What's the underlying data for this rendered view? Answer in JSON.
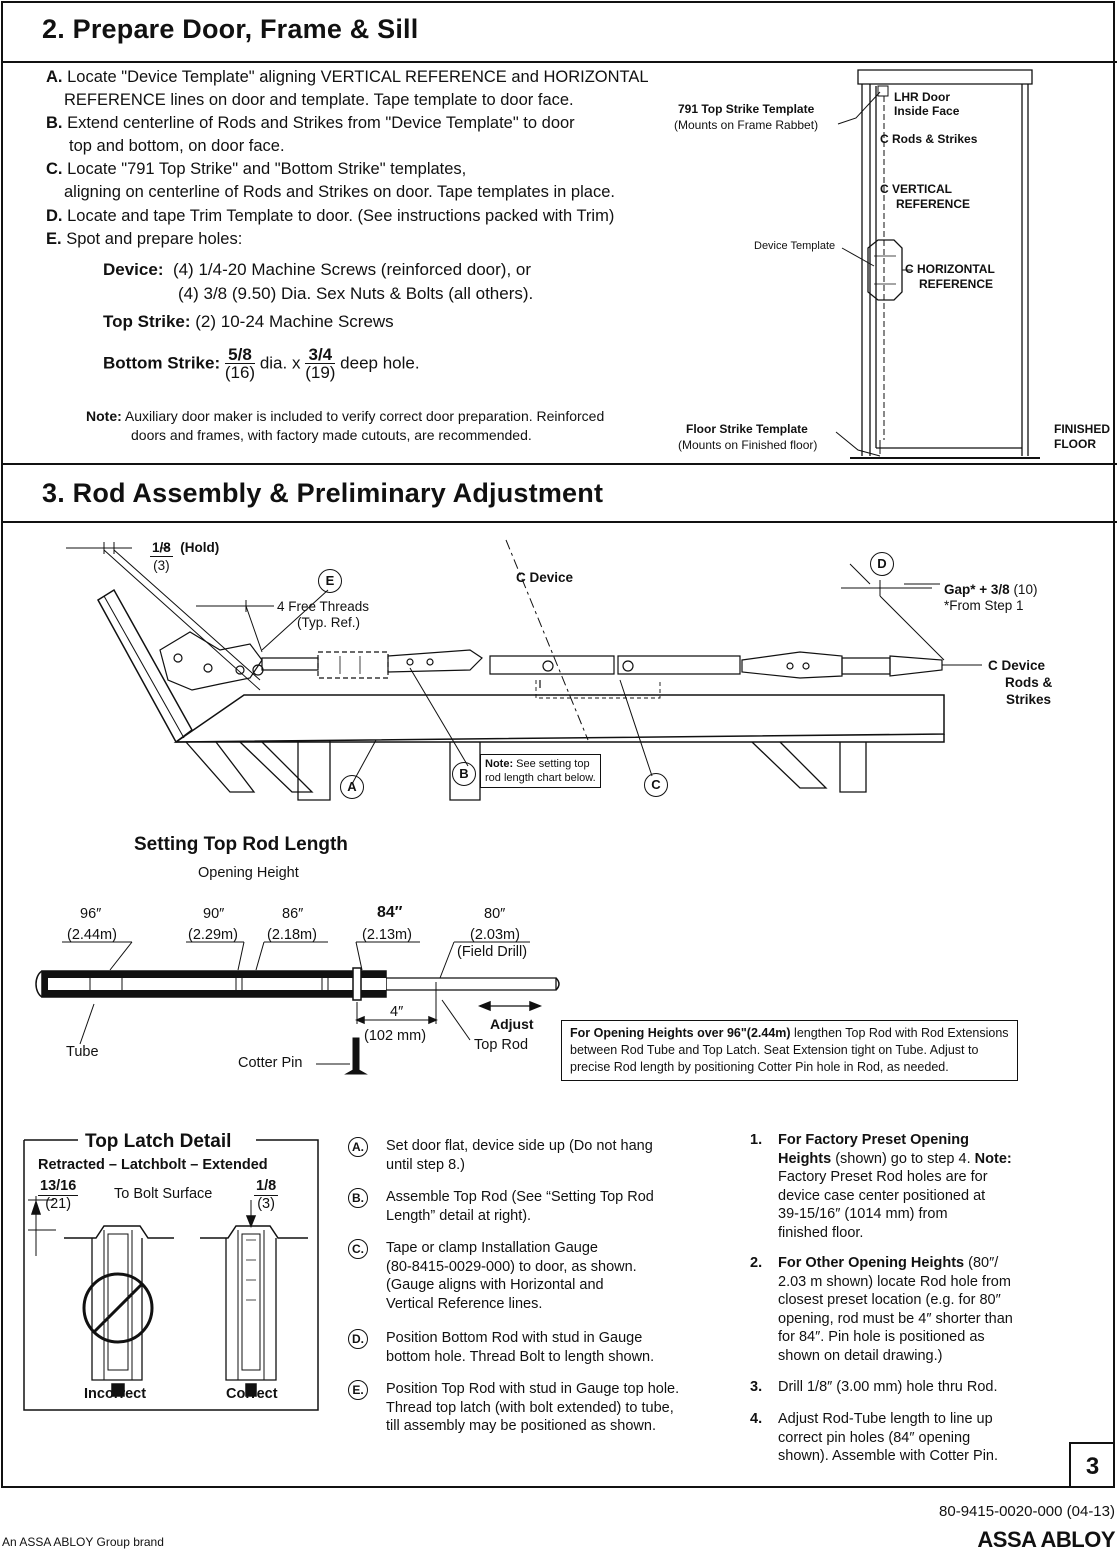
{
  "section2": {
    "title": "2. Prepare Door, Frame & Sill",
    "steps": [
      {
        "key": "A.",
        "line1": "Locate \"Device Template\" aligning VERTICAL REFERENCE and HORIZONTAL",
        "line2": "REFERENCE lines on door and template. Tape template to door face."
      },
      {
        "key": "B.",
        "line1": "Extend centerline of Rods and Strikes from \"Device Template\" to door",
        "line2": "top and bottom, on door face."
      },
      {
        "key": "C.",
        "line1": "Locate \"791 Top Strike\" and \"Bottom Strike\" templates,",
        "line2": "aligning on centerline of Rods and Strikes on door. Tape templates in place."
      },
      {
        "key": "D.",
        "line1": "Locate and tape Trim Template to door. (See instructions packed with Trim)"
      },
      {
        "key": "E.",
        "line1": "Spot and prepare holes:"
      }
    ],
    "device_label": "Device:",
    "device_line1": "(4) 1/4-20 Machine Screws (reinforced door), or",
    "device_line2": "(4) 3/8 (9.50) Dia. Sex Nuts & Bolts (all others).",
    "top_strike_label": "Top Strike:",
    "top_strike_text": "(2) 10-24 Machine Screws",
    "bottom_strike_label": "Bottom Strike:",
    "bs_frac1_num": "5/8",
    "bs_frac1_den": "(16)",
    "bs_mid": "dia. x",
    "bs_frac2_num": "3/4",
    "bs_frac2_den": "(19)",
    "bs_end": "deep hole.",
    "note_label": "Note:",
    "note_line1": "Auxiliary door maker is included to verify correct door preparation. Reinforced",
    "note_line2": "doors and frames, with factory made cutouts, are recommended.",
    "diagram": {
      "top_strike_title": "791 Top Strike Template",
      "top_strike_sub": "(Mounts on Frame Rabbet)",
      "lhr_line1": "LHR Door",
      "lhr_line2": "Inside Face",
      "cl_rods": "Rods & Strikes",
      "cl_vertical1": "VERTICAL",
      "cl_vertical2": "REFERENCE",
      "device_template": "Device Template",
      "cl_horizontal1": "HORIZONTAL",
      "cl_horizontal2": "REFERENCE",
      "floor_strike_title": "Floor Strike Template",
      "floor_strike_sub": "(Mounts on Finished floor)",
      "finished1": "FINISHED",
      "finished2": "FLOOR",
      "cl_symbol": "C"
    }
  },
  "section3": {
    "title": "3. Rod Assembly & Preliminary Adjustment",
    "assembly": {
      "hold_num": "1/8",
      "hold_den": "(3)",
      "hold_text": "(Hold)",
      "free_threads1": "4 Free Threads",
      "free_threads2": "(Typ. Ref.)",
      "cl_device": "Device",
      "gap_bold": "Gap* + 3/8",
      "gap_rest": "(10)",
      "from_step": "*From Step 1",
      "cl_device_rods1": "Device",
      "cl_device_rods2": "Rods &",
      "cl_device_rods3": "Strikes",
      "note_bold": "Note:",
      "note_text1": "See setting top",
      "note_text2": "rod length chart below.",
      "callouts": [
        "A",
        "B",
        "C",
        "D",
        "E"
      ]
    },
    "setting": {
      "title": "Setting Top Rod Length",
      "subtitle": "Opening Height",
      "heights": [
        {
          "in": "96″",
          "m": "(2.44m)"
        },
        {
          "in": "90″",
          "m": "(2.29m)"
        },
        {
          "in": "86″",
          "m": "(2.18m)"
        },
        {
          "in": "84″",
          "m": "(2.13m)"
        },
        {
          "in": "80″",
          "m": "(2.03m)"
        }
      ],
      "field_drill": "(Field Drill)",
      "four_in": "4″",
      "four_mm": "(102 mm)",
      "adjust": "Adjust",
      "tube": "Tube",
      "top_rod": "Top Rod",
      "cotter_pin": "Cotter Pin",
      "box_bold": "For Opening Heights over 96\"(2.44m)",
      "box_line1_rest": "lengthen Top Rod with Rod Extensions",
      "box_line2": "between Rod Tube and Top Latch. Seat Extension tight on Tube. Adjust to",
      "box_line3": "precise Rod length by positioning Cotter Pin hole in Rod, as needed."
    },
    "latch": {
      "title": "Top Latch Detail",
      "subtitle": "Retracted – Latchbolt – Extended",
      "left_num": "13/16",
      "left_den": "(21)",
      "right_num": "1/8",
      "right_den": "(3)",
      "to_bolt": "To Bolt Surface",
      "incorrect": "Incorrect",
      "correct": "Correct"
    },
    "steps": [
      {
        "key": "A.",
        "lines": [
          "Set door flat, device side up (Do not hang",
          "until step 8.)"
        ]
      },
      {
        "key": "B.",
        "lines": [
          "Assemble Top Rod (See “Setting Top Rod",
          "Length” detail at right)."
        ]
      },
      {
        "key": "C.",
        "lines": [
          "Tape or clamp Installation Gauge",
          "(80-8415-0029-000) to door, as shown.",
          "(Gauge aligns with Horizontal and",
          "Vertical Reference lines."
        ]
      },
      {
        "key": "D.",
        "lines": [
          "Position Bottom Rod with stud in Gauge",
          "bottom hole. Thread Bolt to length shown."
        ]
      },
      {
        "key": "E.",
        "lines": [
          "Position Top Rod with stud in Gauge top hole.",
          "Thread top latch (with bolt extended) to tube,",
          "till assembly may be positioned as shown."
        ]
      }
    ],
    "numbered": [
      {
        "key": "1.",
        "bold1": "For Factory Preset Opening",
        "bold2": "Heights",
        "rest2": "(shown) go to step 4.",
        "note": "Note:",
        "lines": [
          "Factory Preset Rod holes are for",
          "device case center positioned at",
          "39-15/16″ (1014 mm) from",
          "finished floor."
        ]
      },
      {
        "key": "2.",
        "bold1": "For Other Opening Heights",
        "rest1": "(80″/",
        "lines": [
          "2.03 m shown) locate Rod hole from",
          "closest preset location (e.g. for 80″",
          "opening, rod must be 4″ shorter than",
          "for 84″. Pin hole is positioned as",
          "shown on detail drawing.)"
        ]
      },
      {
        "key": "3.",
        "lines": [
          "Drill 1/8″ (3.00 mm) hole thru Rod."
        ]
      },
      {
        "key": "4.",
        "lines": [
          "Adjust Rod-Tube length to line up",
          "correct pin holes (84″ opening",
          "shown). Assemble with Cotter Pin."
        ]
      }
    ]
  },
  "page_number": "3",
  "footer": {
    "doc_code": "80-9415-0020-000 (04-13)",
    "brand_line": "An ASSA ABLOY Group brand",
    "logo": "ASSA ABLOY"
  }
}
